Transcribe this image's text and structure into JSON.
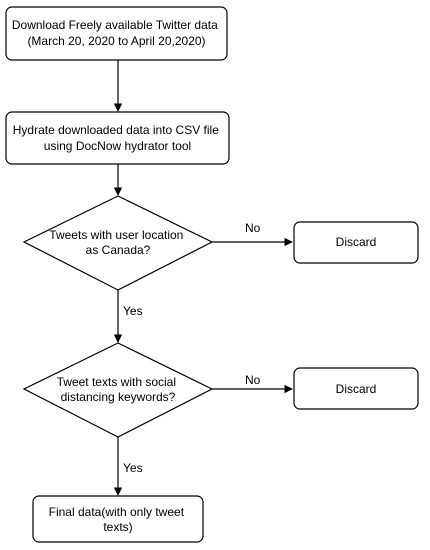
{
  "diagram": {
    "nodes": {
      "download": {
        "lines": [
          "Download Freely available Twitter data",
          "(March 20, 2020 to April 20,2020)"
        ]
      },
      "hydrate": {
        "lines": [
          "Hydrate downloaded data into CSV file",
          "using DocNow hydrator tool"
        ]
      },
      "location_check": {
        "lines": [
          "Tweets with user location",
          "as Canada?"
        ]
      },
      "discard_1": {
        "lines": [
          "Discard"
        ]
      },
      "keyword_check": {
        "lines": [
          "Tweet texts with social",
          "distancing keywords?"
        ]
      },
      "discard_2": {
        "lines": [
          "Discard"
        ]
      },
      "final": {
        "lines": [
          "Final data(with only tweet",
          "texts)"
        ]
      }
    },
    "edges": {
      "location_no": "No",
      "location_yes": "Yes",
      "keyword_no": "No",
      "keyword_yes": "Yes"
    }
  }
}
